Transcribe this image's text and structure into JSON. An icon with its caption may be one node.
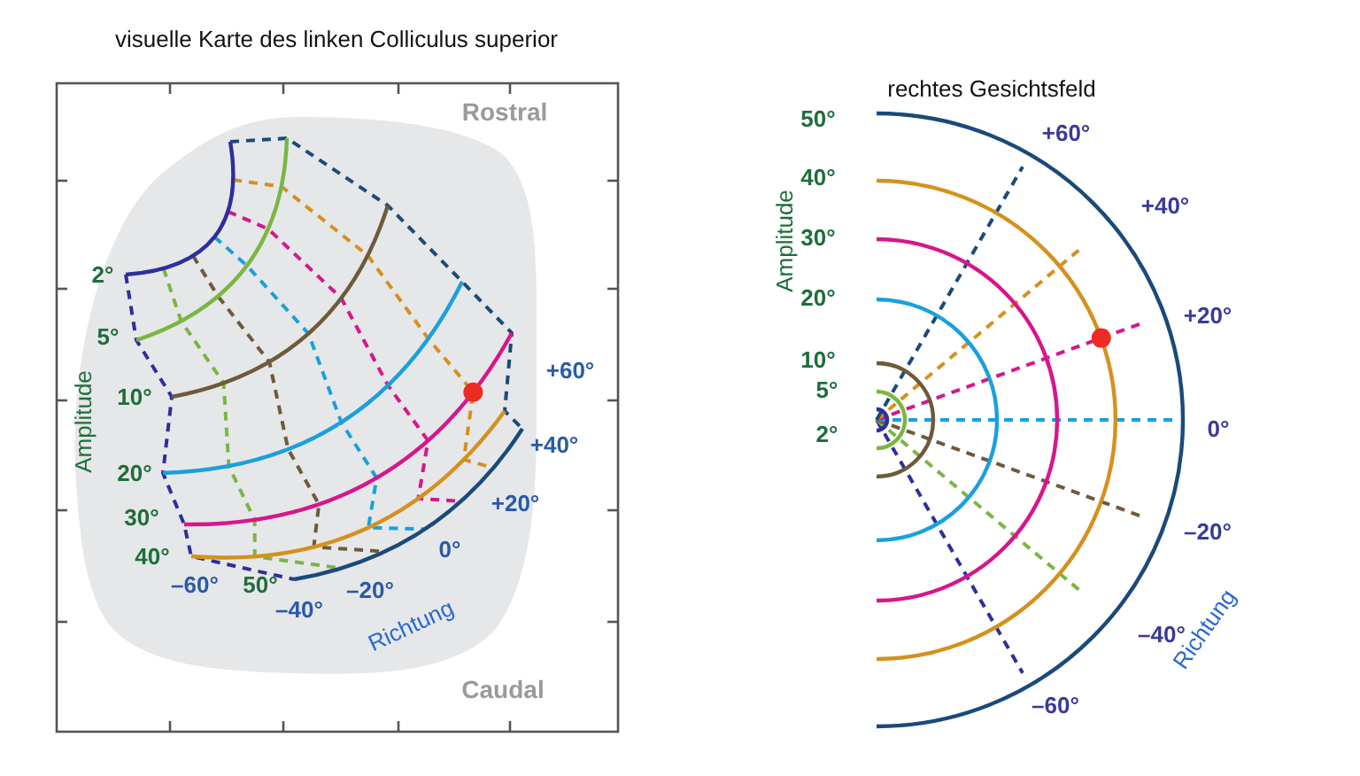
{
  "diagram": {
    "labels": [
      "visuelle Karte des linken Colliculus superior",
      "rechtes Gesichtsfeld",
      "Rostral",
      "2°",
      "5°",
      "10°",
      "Amplitude",
      "20°",
      "30°",
      "40°",
      "+60°",
      "+40°",
      "+20°",
      "0°",
      "–60°",
      "50°",
      "–20°",
      "–40°",
      "Richtung",
      "Caudal",
      "50°",
      "40°",
      "30°",
      "20°",
      "10°",
      "5°",
      "2°",
      "Amplitude",
      "+60°",
      "+40°",
      "+20°",
      "0°",
      "–20°",
      "–40°",
      "–60°",
      "Richtung"
    ]
  }
}
